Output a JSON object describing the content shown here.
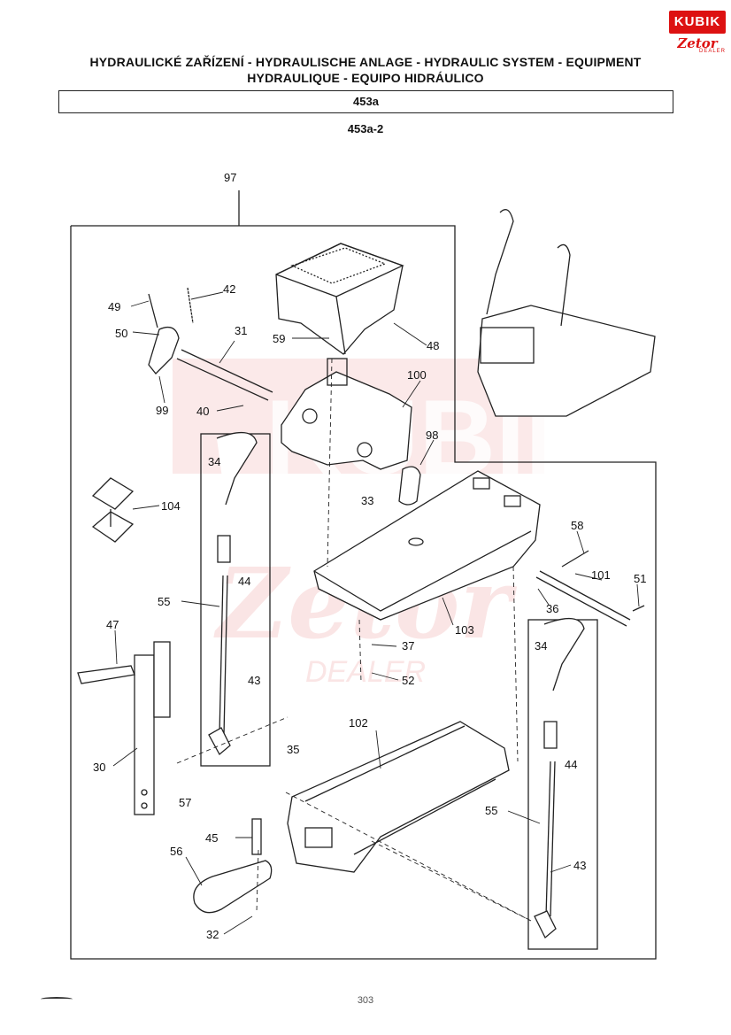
{
  "header": {
    "title_line1": "HYDRAULICKÉ ZAŘÍZENÍ - HYDRAULISCHE ANLAGE - HYDRAULIC SYSTEM - EQUIPMENT",
    "title_line2": "HYDRAULIQUE - EQUIPO HIDRÁULICO",
    "section_code": "453a",
    "figure_code": "453a-2"
  },
  "logo": {
    "brand_top": "KUBIK",
    "brand_mid": "Zetor",
    "brand_sub": "DEALER"
  },
  "watermark": {
    "text_top": "KUBIK",
    "text_mid": "Zetor",
    "text_sub": "DEALER"
  },
  "callouts": {
    "c97": "97",
    "c49": "49",
    "c42": "42",
    "c50": "50",
    "c31": "31",
    "c59": "59",
    "c48": "48",
    "c99": "99",
    "c40": "40",
    "c100": "100",
    "c98": "98",
    "c34a": "34",
    "c44a": "44",
    "c104": "104",
    "c33": "33",
    "c58": "58",
    "c101": "101",
    "c51": "51",
    "c36": "36",
    "c55a": "55",
    "c103": "103",
    "c47": "47",
    "c37": "37",
    "c52": "52",
    "c43a": "43",
    "c34b": "34",
    "c35": "35",
    "c102": "102",
    "c30": "30",
    "c57": "57",
    "c44b": "44",
    "c55b": "55",
    "c45": "45",
    "c56": "56",
    "c43b": "43",
    "c32": "32"
  },
  "footer": {
    "page": "303"
  },
  "colors": {
    "line": "#222222",
    "brand_red": "#d11111",
    "watermark": "#f4c6c6"
  }
}
